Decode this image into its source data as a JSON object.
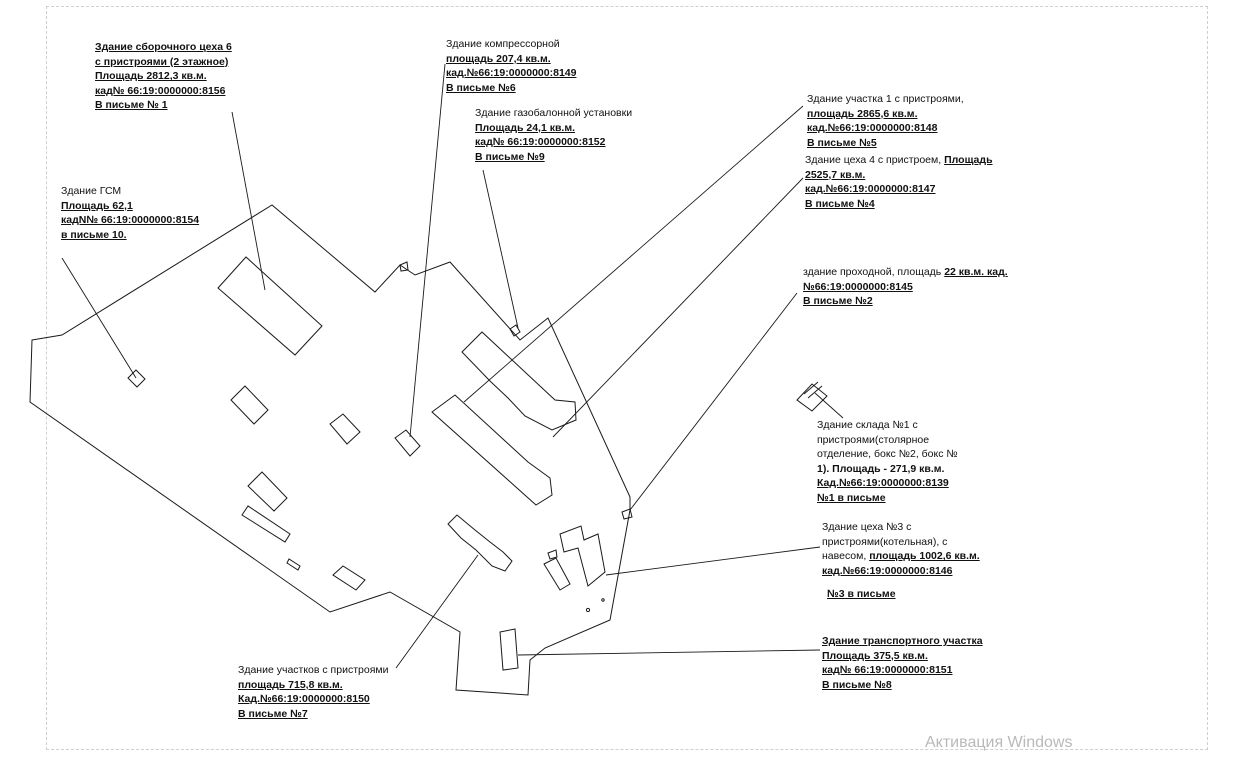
{
  "labels": {
    "shop6": {
      "lines": [
        "Здание сборочного цеха 6",
        "с пристроями (2 этажное)",
        "Площадь 2812,3 кв.м.",
        "кад№ 66:19:0000000:8156",
        "В письме № 1"
      ]
    },
    "compressor": {
      "lines": [
        "Здание компрессорной",
        "площадь 207,4 кв.м.",
        "кад.№66:19:0000000:8149",
        "В письме №6"
      ]
    },
    "gas": {
      "lines": [
        "Здание газобалонной установки",
        "Площадь 24,1 кв.м.",
        "кад№ 66:19:0000000:8152",
        "В письме №9"
      ]
    },
    "section1": {
      "lines": [
        "Здание участка 1 с пристроями,",
        "площадь 2865,6 кв.м.",
        "кад.№66:19:0000000:8148",
        "В письме №5"
      ]
    },
    "shop4": {
      "line1_plain": "Здание цеха 4 с пристроем, ",
      "line1_bold": "Площадь",
      "lines": [
        "2525,7 кв.м.",
        "кад.№66:19:0000000:8147",
        "В письме №4"
      ]
    },
    "gsm": {
      "lines": [
        "Здание ГСМ",
        "Площадь 62,1",
        "кадN№ 66:19:0000000:8154",
        "в письме 10."
      ]
    },
    "checkpoint": {
      "line1_plain": "здание проходной, площадь ",
      "line1_bold": "22 кв.м. кад.",
      "lines": [
        "№66:19:0000000:8145",
        "В письме №2"
      ]
    },
    "warehouse": {
      "lines": [
        "Здание склада №1 с",
        "пристроями(столярное",
        "отделение, бокс №2, бокс №",
        "1). Площадь - 271,9 кв.м.",
        "Кад.№66:19:0000000:8139",
        "№1 в письме"
      ]
    },
    "shop3": {
      "lines": [
        "Здание цеха №3 с",
        "пристроями(котельная), с",
        "навесом, "
      ],
      "line3_bold": "площадь 1002,6 кв.м.",
      "line4": "кад.№66:19:0000000:8146",
      "line5": "№3 в письме"
    },
    "transport": {
      "lines": [
        "Здание транспортного участка",
        "Площадь 375,5 кв.м.",
        "кад№ 66:19:0000000:8151",
        "В письме №8"
      ]
    },
    "sections": {
      "lines": [
        "Здание участков с пристроями",
        "площадь 715,8 кв.м.",
        "Кад.№66:19:0000000:8150",
        "В письме №7"
      ]
    }
  },
  "watermark": "Активация Windows"
}
